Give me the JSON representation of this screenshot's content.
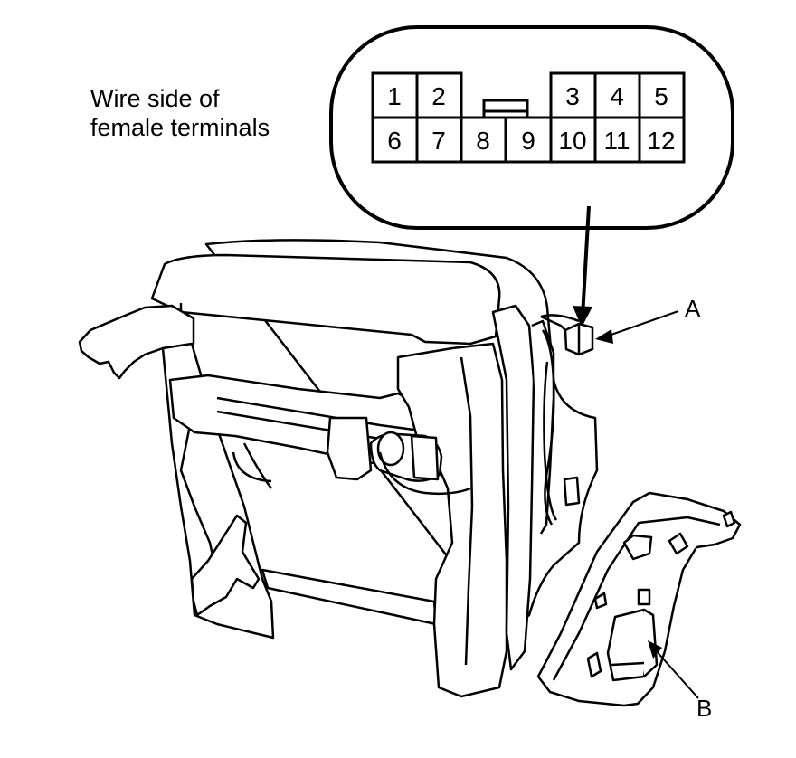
{
  "caption": {
    "line1": "Wire side of",
    "line2": "female terminals"
  },
  "connector": {
    "pins_top": [
      "1",
      "2",
      "3",
      "4",
      "5"
    ],
    "pins_bottom": [
      "6",
      "7",
      "8",
      "9",
      "10",
      "11",
      "12"
    ]
  },
  "callouts": {
    "a": "A",
    "b": "B"
  },
  "colors": {
    "line": "#000000",
    "background": "#ffffff"
  }
}
